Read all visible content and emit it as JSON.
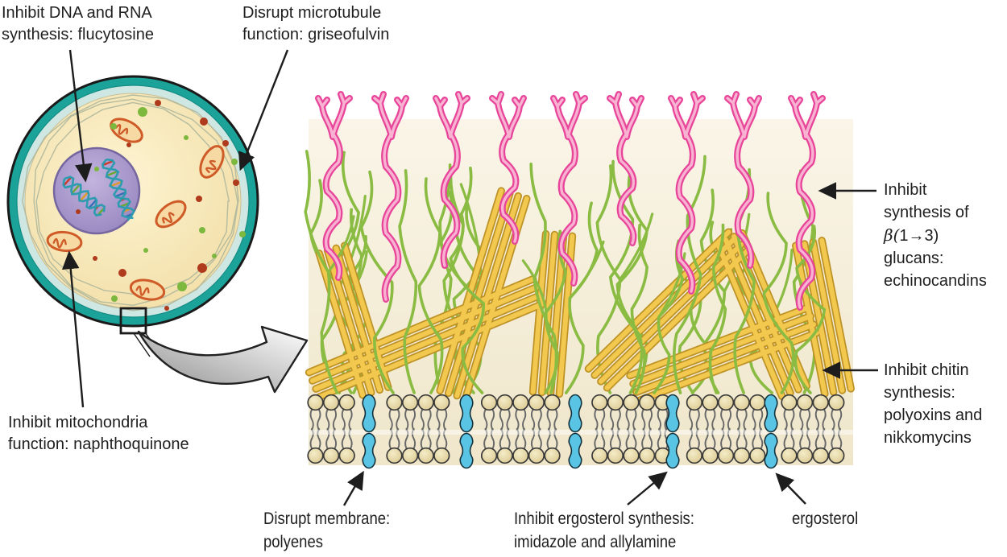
{
  "labels": {
    "flucytosine": {
      "lines": [
        "Inhibit DNA and RNA",
        "synthesis: flucytosine"
      ]
    },
    "griseofulvin": {
      "lines": [
        "Disrupt microtubule",
        "function: griseofulvin"
      ]
    },
    "naphthoquinone": {
      "lines": [
        "Inhibit mitochondria",
        "function: naphthoquinone"
      ]
    },
    "echinocandins": {
      "lines": [
        "Inhibit",
        "synthesis of",
        "β(1→3)",
        "glucans:",
        "echinocandins"
      ]
    },
    "chitin": {
      "lines": [
        "Inhibit chitin",
        "synthesis:",
        "polyoxins and",
        "nikkomycins"
      ]
    },
    "polyenes": {
      "lines": [
        "Disrupt membrane:",
        "polyenes"
      ]
    },
    "ergosterol_synthesis": {
      "lines": [
        "Inhibit ergosterol synthesis:",
        "imidazole and allylamine"
      ]
    },
    "ergosterol": {
      "lines": [
        "ergosterol"
      ]
    }
  },
  "colors": {
    "arrow": "#1d1d1d",
    "cell_wall_teal": "#1ba39a",
    "cell_pale_ring": "#cfe7e3",
    "cytoplasm_light": "#fdf4d2",
    "cytoplasm_dark": "#f1dca2",
    "nucleus_light": "#c2b4dd",
    "nucleus_dark": "#9382bd",
    "nucleus_edge": "#75669f",
    "dna_strand": "#2e9bb0",
    "rung_red": "#cc3b2a",
    "rung_green": "#6aa834",
    "rung_gold": "#e09a28",
    "rung_blue": "#356fb5",
    "mito_orange": "#cf5c28",
    "mito_fill": "#f7d9a4",
    "dot_red": "#b03a1c",
    "dot_green": "#7cb83e",
    "er_squiggle": "#aeb79c",
    "panel_cream_top": "#faf5e8",
    "panel_cream_bottom": "#efe6ca",
    "pink_dark": "#e8459a",
    "pink_light": "#f9b3d2",
    "glucan_green": "#8abb42",
    "chitin_gold": "#f2c84f",
    "chitin_outline": "#bd9226",
    "head_tan_light": "#f4ecc8",
    "head_tan_dark": "#d9c68c",
    "head_outline": "#3a3a3a",
    "tail_gray": "#686868",
    "ergosterol_blue": "#5ac4e4",
    "ergosterol_edge": "#14303a",
    "swoosh_dark": "#8e8e8e",
    "swoosh_light": "#ffffff"
  }
}
